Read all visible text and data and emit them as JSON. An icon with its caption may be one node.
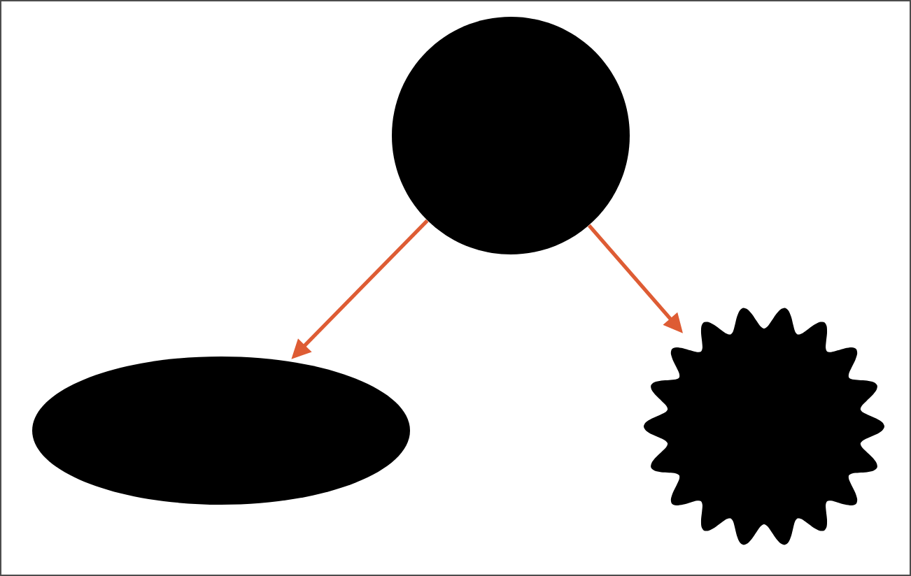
{
  "diagram": {
    "nodes": [
      {
        "text": [],
        "shape": "circle"
      },
      {
        "text": [],
        "shape": "ellipse"
      },
      {
        "text": [],
        "shape": "gear"
      }
    ],
    "edges": [
      {
        "from": 0,
        "to": 1,
        "arrow": "to"
      },
      {
        "from": 0,
        "to": 2,
        "arrow": "to"
      }
    ]
  }
}
